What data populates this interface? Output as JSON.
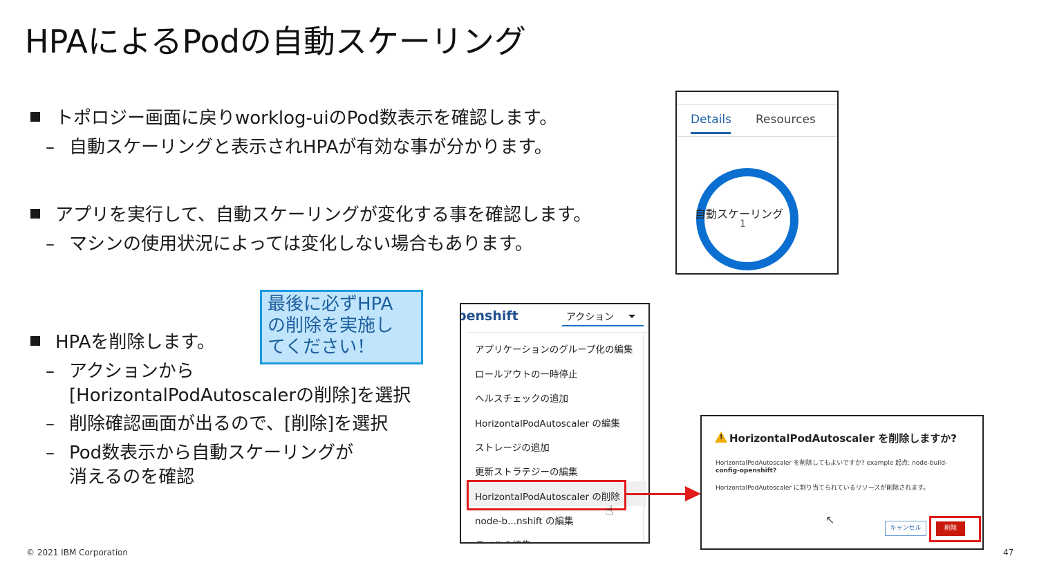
{
  "slide": {
    "title": "HPAによるPodの自動スケーリング",
    "bullets": [
      {
        "text": "トポロジー画面に戻りworklog-uiのPod数表示を確認します。",
        "subs": [
          "自動スケーリングと表示されHPAが有効な事が分かります。"
        ]
      },
      {
        "text": "アプリを実行して、自動スケーリングが変化する事を確認します。",
        "subs": [
          "マシンの使用状況によっては変化しない場合もあります。"
        ]
      },
      {
        "text": "HPAを削除します。",
        "subs": [
          "アクションから",
          "[HorizontalPodAutoscalerの削除]を選択",
          "削除確認画面が出るので、[削除]を選択",
          "Pod数表示から自動スケーリングが",
          "消えるのを確認"
        ]
      }
    ],
    "callout_lines": [
      "最後に必ずHPA",
      "の削除を実施し",
      "てください！"
    ],
    "footer_left": "© 2021 IBM Corporation",
    "page_number": "47"
  },
  "details_panel": {
    "tabs": [
      "Details",
      "Resources"
    ],
    "active_tab": "Details",
    "ring_label": "自動スケーリング",
    "ring_count": "1",
    "ring_color": "#0b6fd1"
  },
  "action_panel": {
    "brand": "penshift",
    "action_button": "アクション",
    "menu_items": [
      "アプリケーションのグループ化の編集",
      "ロールアウトの一時停止",
      "ヘルスチェックの追加",
      "HorizontalPodAutoscaler の編集",
      "ストレージの追加",
      "更新ストラテジーの編集",
      "HorizontalPodAutoscaler の削除",
      "node-b...nshift の編集",
      "ラベルの編集"
    ],
    "highlighted_item": "HorizontalPodAutoscaler の削除",
    "highlight_color": "#e01b1b"
  },
  "delete_dialog": {
    "title": "HorizontalPodAutoscaler を削除しますか?",
    "line1": "HorizontalPodAutoscaler を削除してもよいですか? example 起点: node-build-",
    "line2": "config-openshift?",
    "line3": "HorizontalPodAutoscaler に割り当てられているリソースが削除されます。",
    "cancel_label": "キャンセル",
    "delete_label": "削除",
    "warning_icon": "warning-triangle-icon",
    "delete_color": "#c9190b"
  }
}
